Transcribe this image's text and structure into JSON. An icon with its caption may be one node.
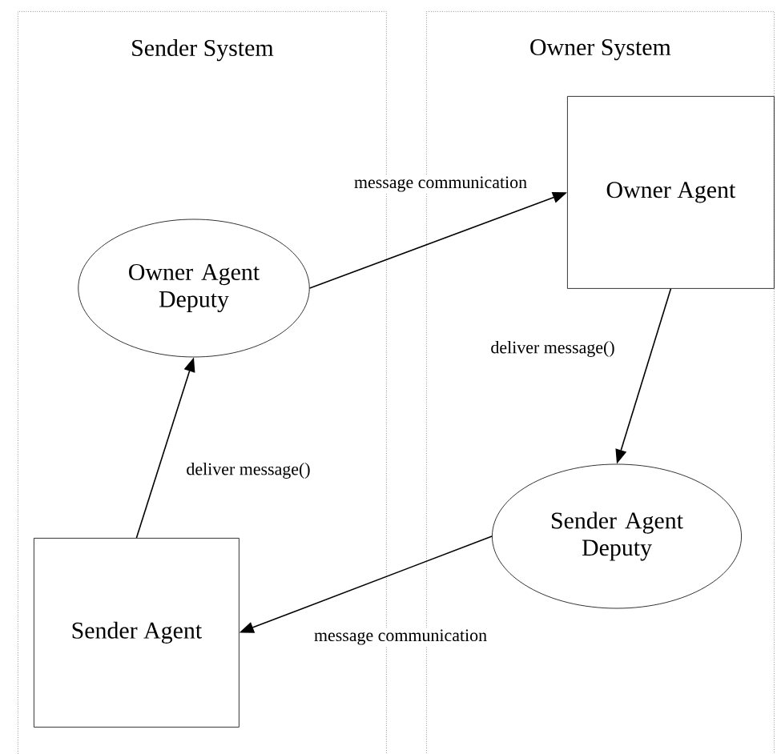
{
  "diagram": {
    "nodes": [
      {
        "text": [
          "Sender System"
        ]
      },
      {
        "text": [
          "Owner System"
        ]
      },
      {
        "text": [
          "Owner Agent Deputy"
        ],
        "in": 0
      },
      {
        "text": [
          "Owner Agent"
        ],
        "in": 1
      },
      {
        "text": [
          "Sender Agent Deputy"
        ],
        "in": 1
      },
      {
        "text": [
          "Sender Agent"
        ],
        "in": 0
      }
    ],
    "edges": [
      {
        "from": 2,
        "to": 3,
        "arrow": "to",
        "label": "message communication"
      },
      {
        "from": 3,
        "to": 4,
        "arrow": "to",
        "label": "deliver message()"
      },
      {
        "from": 5,
        "to": 2,
        "arrow": "to",
        "label": "deliver message()"
      },
      {
        "from": 4,
        "to": 5,
        "arrow": "to",
        "label": "message communication"
      }
    ]
  }
}
